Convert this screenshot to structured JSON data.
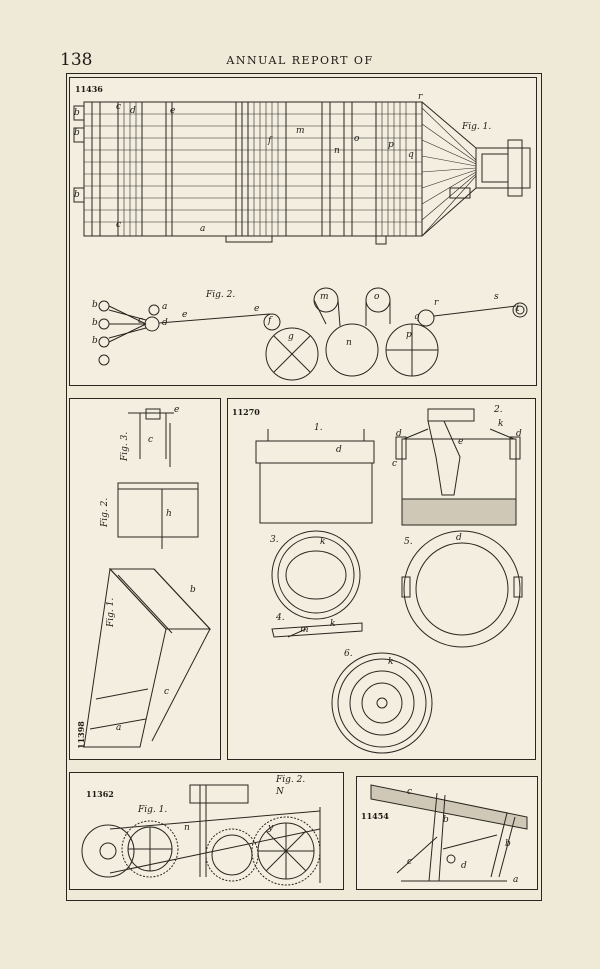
{
  "page": {
    "number": "138",
    "running_head": "ANNUAL REPORT OF"
  },
  "panels": {
    "p11436": {
      "number": "11436",
      "fig1": "Fig. 1.",
      "fig2": "Fig. 2.",
      "fig1_labels": [
        "b",
        "c",
        "d",
        "b",
        "b",
        "c",
        "e",
        "a",
        "f",
        "m",
        "n",
        "o",
        "p",
        "q",
        "r"
      ],
      "fig2_labels": [
        "b",
        "b",
        "b",
        "c",
        "a",
        "d",
        "e",
        "e",
        "f",
        "m",
        "g",
        "n",
        "o",
        "p",
        "q",
        "r",
        "s",
        "t"
      ]
    },
    "p11398": {
      "number": "11398",
      "fig1": "Fig. 1.",
      "fig2": "Fig. 2.",
      "fig3": "Fig. 3.",
      "labels": [
        "e",
        "c",
        "h",
        "b",
        "c",
        "a"
      ]
    },
    "p11270": {
      "number": "11270",
      "fig_numbers": [
        "1.",
        "2.",
        "3.",
        "4.",
        "5.",
        "6."
      ],
      "labels": [
        "d",
        "e",
        "k",
        "c",
        "d",
        "d",
        "k",
        "m",
        "k",
        "d",
        "k"
      ]
    },
    "p11362": {
      "number": "11362",
      "fig1": "Fig. 1.",
      "fig2": "Fig. 2.",
      "labels": [
        "n",
        "N",
        "y"
      ]
    },
    "p11454": {
      "number": "11454",
      "labels": [
        "c",
        "b",
        "c",
        "b",
        "d",
        "a"
      ]
    }
  }
}
